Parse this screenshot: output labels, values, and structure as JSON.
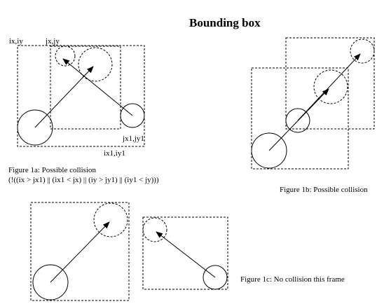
{
  "title": "Bounding box",
  "labels": {
    "ixiy": "ix,iy",
    "jxjy": "jx,jy",
    "jx1jy1": "jx1,jy1",
    "ix1iy1": "ix1,iy1"
  },
  "captions": {
    "fig1a": "Figure 1a:  Possible collision",
    "fig1a_condition": "(!((ix > jx1) || (ix1 < jx) || (iy > jy1) || (iy1 < jy)))",
    "fig1b": "Figure 1b:  Possible collision",
    "fig1c": "Figure 1c:  No collision this frame"
  },
  "colors": {
    "stroke": "#000000",
    "background": "#ffffff"
  }
}
